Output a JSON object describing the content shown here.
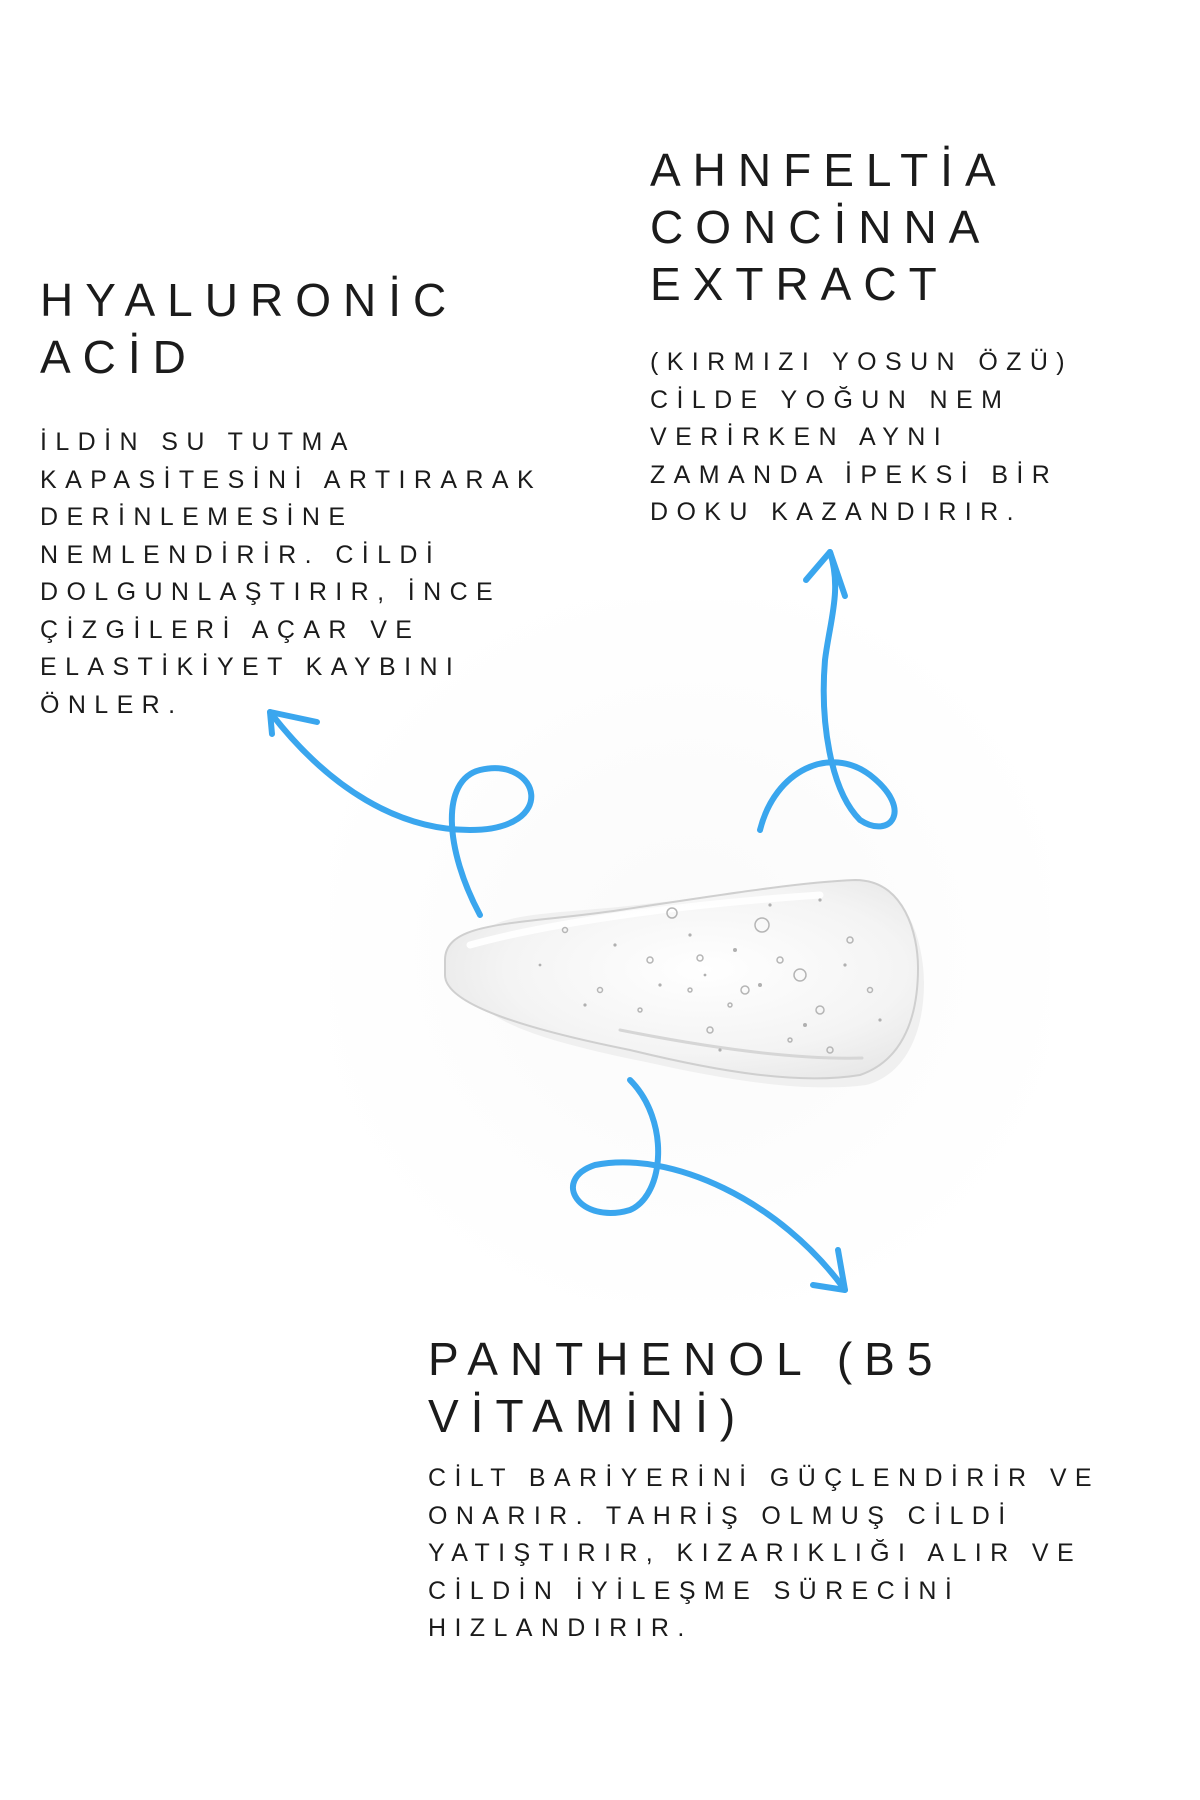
{
  "ingredients": {
    "hyaluronic": {
      "title_lines": [
        "HYALURONİC",
        "ACİD"
      ],
      "body_lines": [
        "İLDİN SU TUTMA",
        "KAPASİTESİNİ ARTIRARAK",
        "DERİNLEMESİNE",
        "NEMLENDİRİR. CİLDİ",
        "DOLGUNLAŞTIRIR, İNCE",
        "ÇİZGİLERİ AÇAR VE",
        "ELASTİKİYET KAYBINI",
        "ÖNLER."
      ]
    },
    "ahnfeltia": {
      "title_lines": [
        "AHNFELTİA",
        "CONCİNNA",
        "EXTRACT"
      ],
      "body_lines": [
        "(KIRMIZI YOSUN ÖZÜ)",
        "CİLDE YOĞUN NEM",
        "VERİRKEN AYNI",
        "ZAMANDA İPEKSİ BİR",
        "DOKU KAZANDIRIR."
      ]
    },
    "panthenol": {
      "title_lines": [
        "PANTHENOL (B5",
        "VİTAMİNİ)"
      ],
      "body_lines": [
        "CİLT BARİYERİNİ GÜÇLENDİRİR VE",
        "ONARIR. TAHRİŞ OLMUŞ CİLDİ",
        "YATIŞTIRIR, KIZARIKLIĞI ALIR VE",
        "CİLDİN İYİLEŞME SÜRECİNİ",
        "HIZLANDIRIR."
      ]
    }
  },
  "colors": {
    "text": "#1b1b1b",
    "arrow": "#3aa6ee",
    "gel": "#cfcfcf"
  },
  "icons": {
    "arrows": "looped-arrow",
    "center": "gel-swatch"
  }
}
